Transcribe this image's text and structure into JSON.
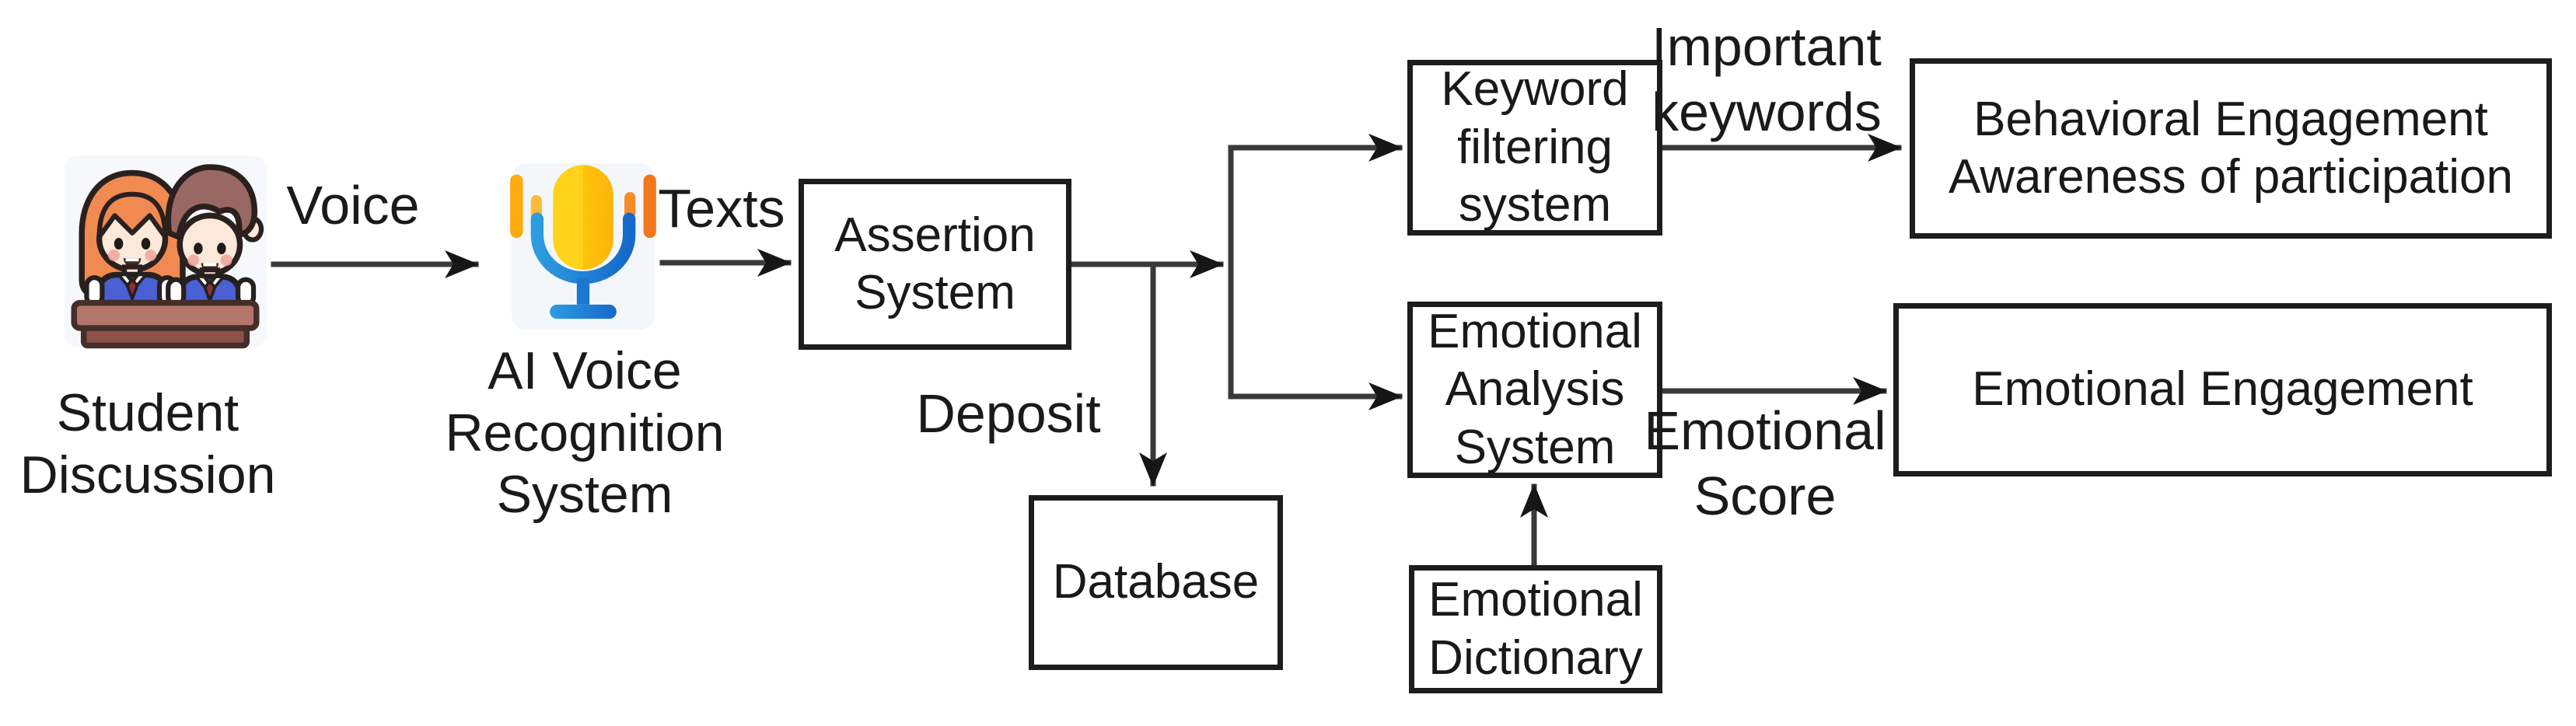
{
  "figure": {
    "type": "flow-diagram",
    "background": "#ffffff",
    "line_color": "#3a3a3a",
    "arrowhead_color": "#161616",
    "box_border_color": "#1d1d1d",
    "text_color": "#191919",
    "nodes": {
      "student_discussion": {
        "kind": "icon",
        "icon": "students-icon",
        "lines": [
          "Student",
          "Discussion"
        ]
      },
      "ai_voice_recognition": {
        "kind": "icon",
        "icon": "microphone-icon",
        "lines": [
          "AI Voice",
          "Recognition",
          "System"
        ]
      },
      "assertion_system": {
        "kind": "box",
        "lines": [
          "Assertion",
          "System"
        ]
      },
      "database": {
        "kind": "box",
        "lines": [
          "Database"
        ]
      },
      "keyword_filtering": {
        "kind": "box",
        "lines": [
          "Keyword",
          "filtering",
          "system"
        ]
      },
      "emotional_analysis": {
        "kind": "box",
        "lines": [
          "Emotional",
          "Analysis",
          "System"
        ]
      },
      "emotional_dictionary": {
        "kind": "box",
        "lines": [
          "Emotional",
          "Dictionary"
        ]
      },
      "behavioral_engagement": {
        "kind": "box",
        "lines": [
          "Behavioral Engagement",
          "Awareness of participation"
        ]
      },
      "emotional_engagement": {
        "kind": "box",
        "lines": [
          "Emotional Engagement"
        ]
      }
    },
    "edge_labels": {
      "voice": "Voice",
      "texts": "Texts",
      "deposit": "Deposit",
      "important_keywords": [
        "Important",
        "keywords"
      ],
      "emotional_score": [
        "Emotional",
        "Score"
      ]
    },
    "icon_colors": {
      "mic_capsule_yellow_light": "#ffd21c",
      "mic_capsule_yellow": "#fec30b",
      "mic_bar_amber": "#feaa0d",
      "mic_bar_amber_light": "#ffb938",
      "mic_bar_orange": "#f5761b",
      "mic_bar_orange_light": "#fb8b2a",
      "mic_stand_blue_light": "#2d9ce0",
      "mic_stand_blue_dark": "#1569c9",
      "girl_hair_orange": "#f08a50",
      "boy_hair_brown": "#9a6862",
      "skin": "#fde9d9",
      "vest_blue": "#4a5fd4",
      "tie_red": "#8e3039",
      "desk_brown": "#b4756a"
    }
  }
}
